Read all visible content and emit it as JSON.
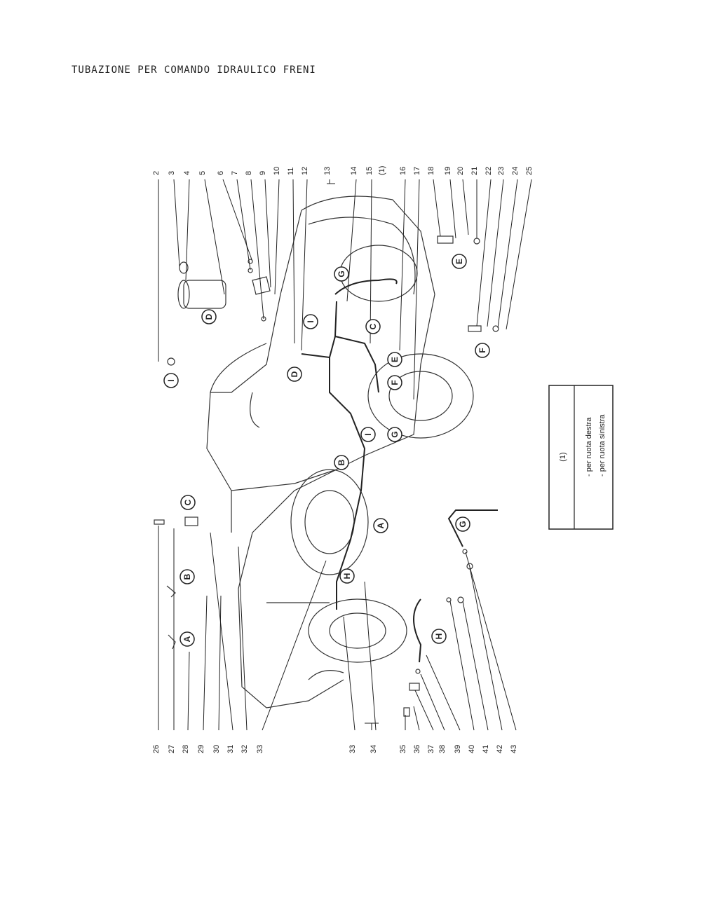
{
  "title": "TUBAZIONE PER COMANDO IDRAULICO FRENI",
  "numbers_top": [
    "2",
    "3",
    "4",
    "5",
    "6",
    "7",
    "8",
    "9",
    "10",
    "11",
    "12",
    "13",
    "14",
    "15",
    "(1)",
    "16",
    "17",
    "18",
    "19",
    "20",
    "21",
    "22",
    "23",
    "24",
    "25"
  ],
  "numbers_bottom": [
    "26",
    "27",
    "28",
    "29",
    "30",
    "31",
    "32",
    "33",
    "33",
    "34",
    "35",
    "36",
    "37",
    "38",
    "39",
    "40",
    "41",
    "42",
    "43"
  ],
  "letters": [
    "I",
    "D",
    "G",
    "C",
    "E",
    "F",
    "B",
    "A",
    "H"
  ],
  "legend": {
    "header": "(1)",
    "items": [
      "- per ruota destra",
      "- per ruota sinistra"
    ]
  }
}
